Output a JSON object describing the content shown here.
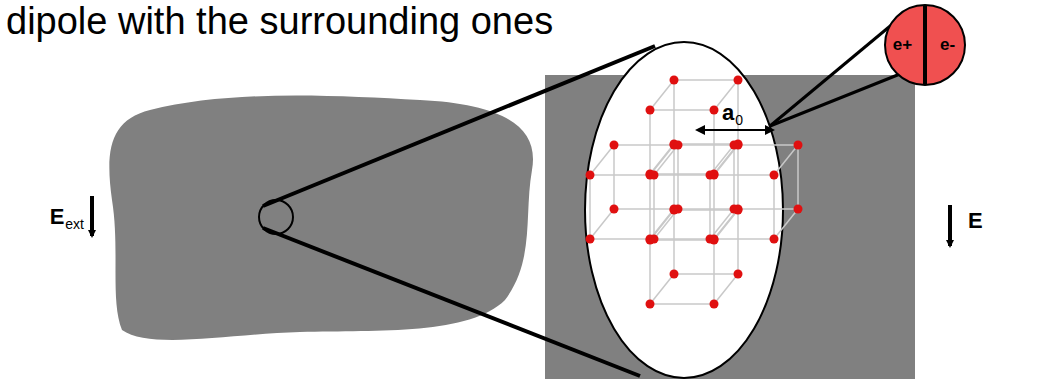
{
  "diagram": {
    "title": "dipole with the surrounding ones",
    "nodes": [
      {
        "text": [
          "e+",
          "e-"
        ]
      }
    ],
    "labels": [
      "E",
      "ext",
      "a",
      "0",
      "E"
    ]
  }
}
